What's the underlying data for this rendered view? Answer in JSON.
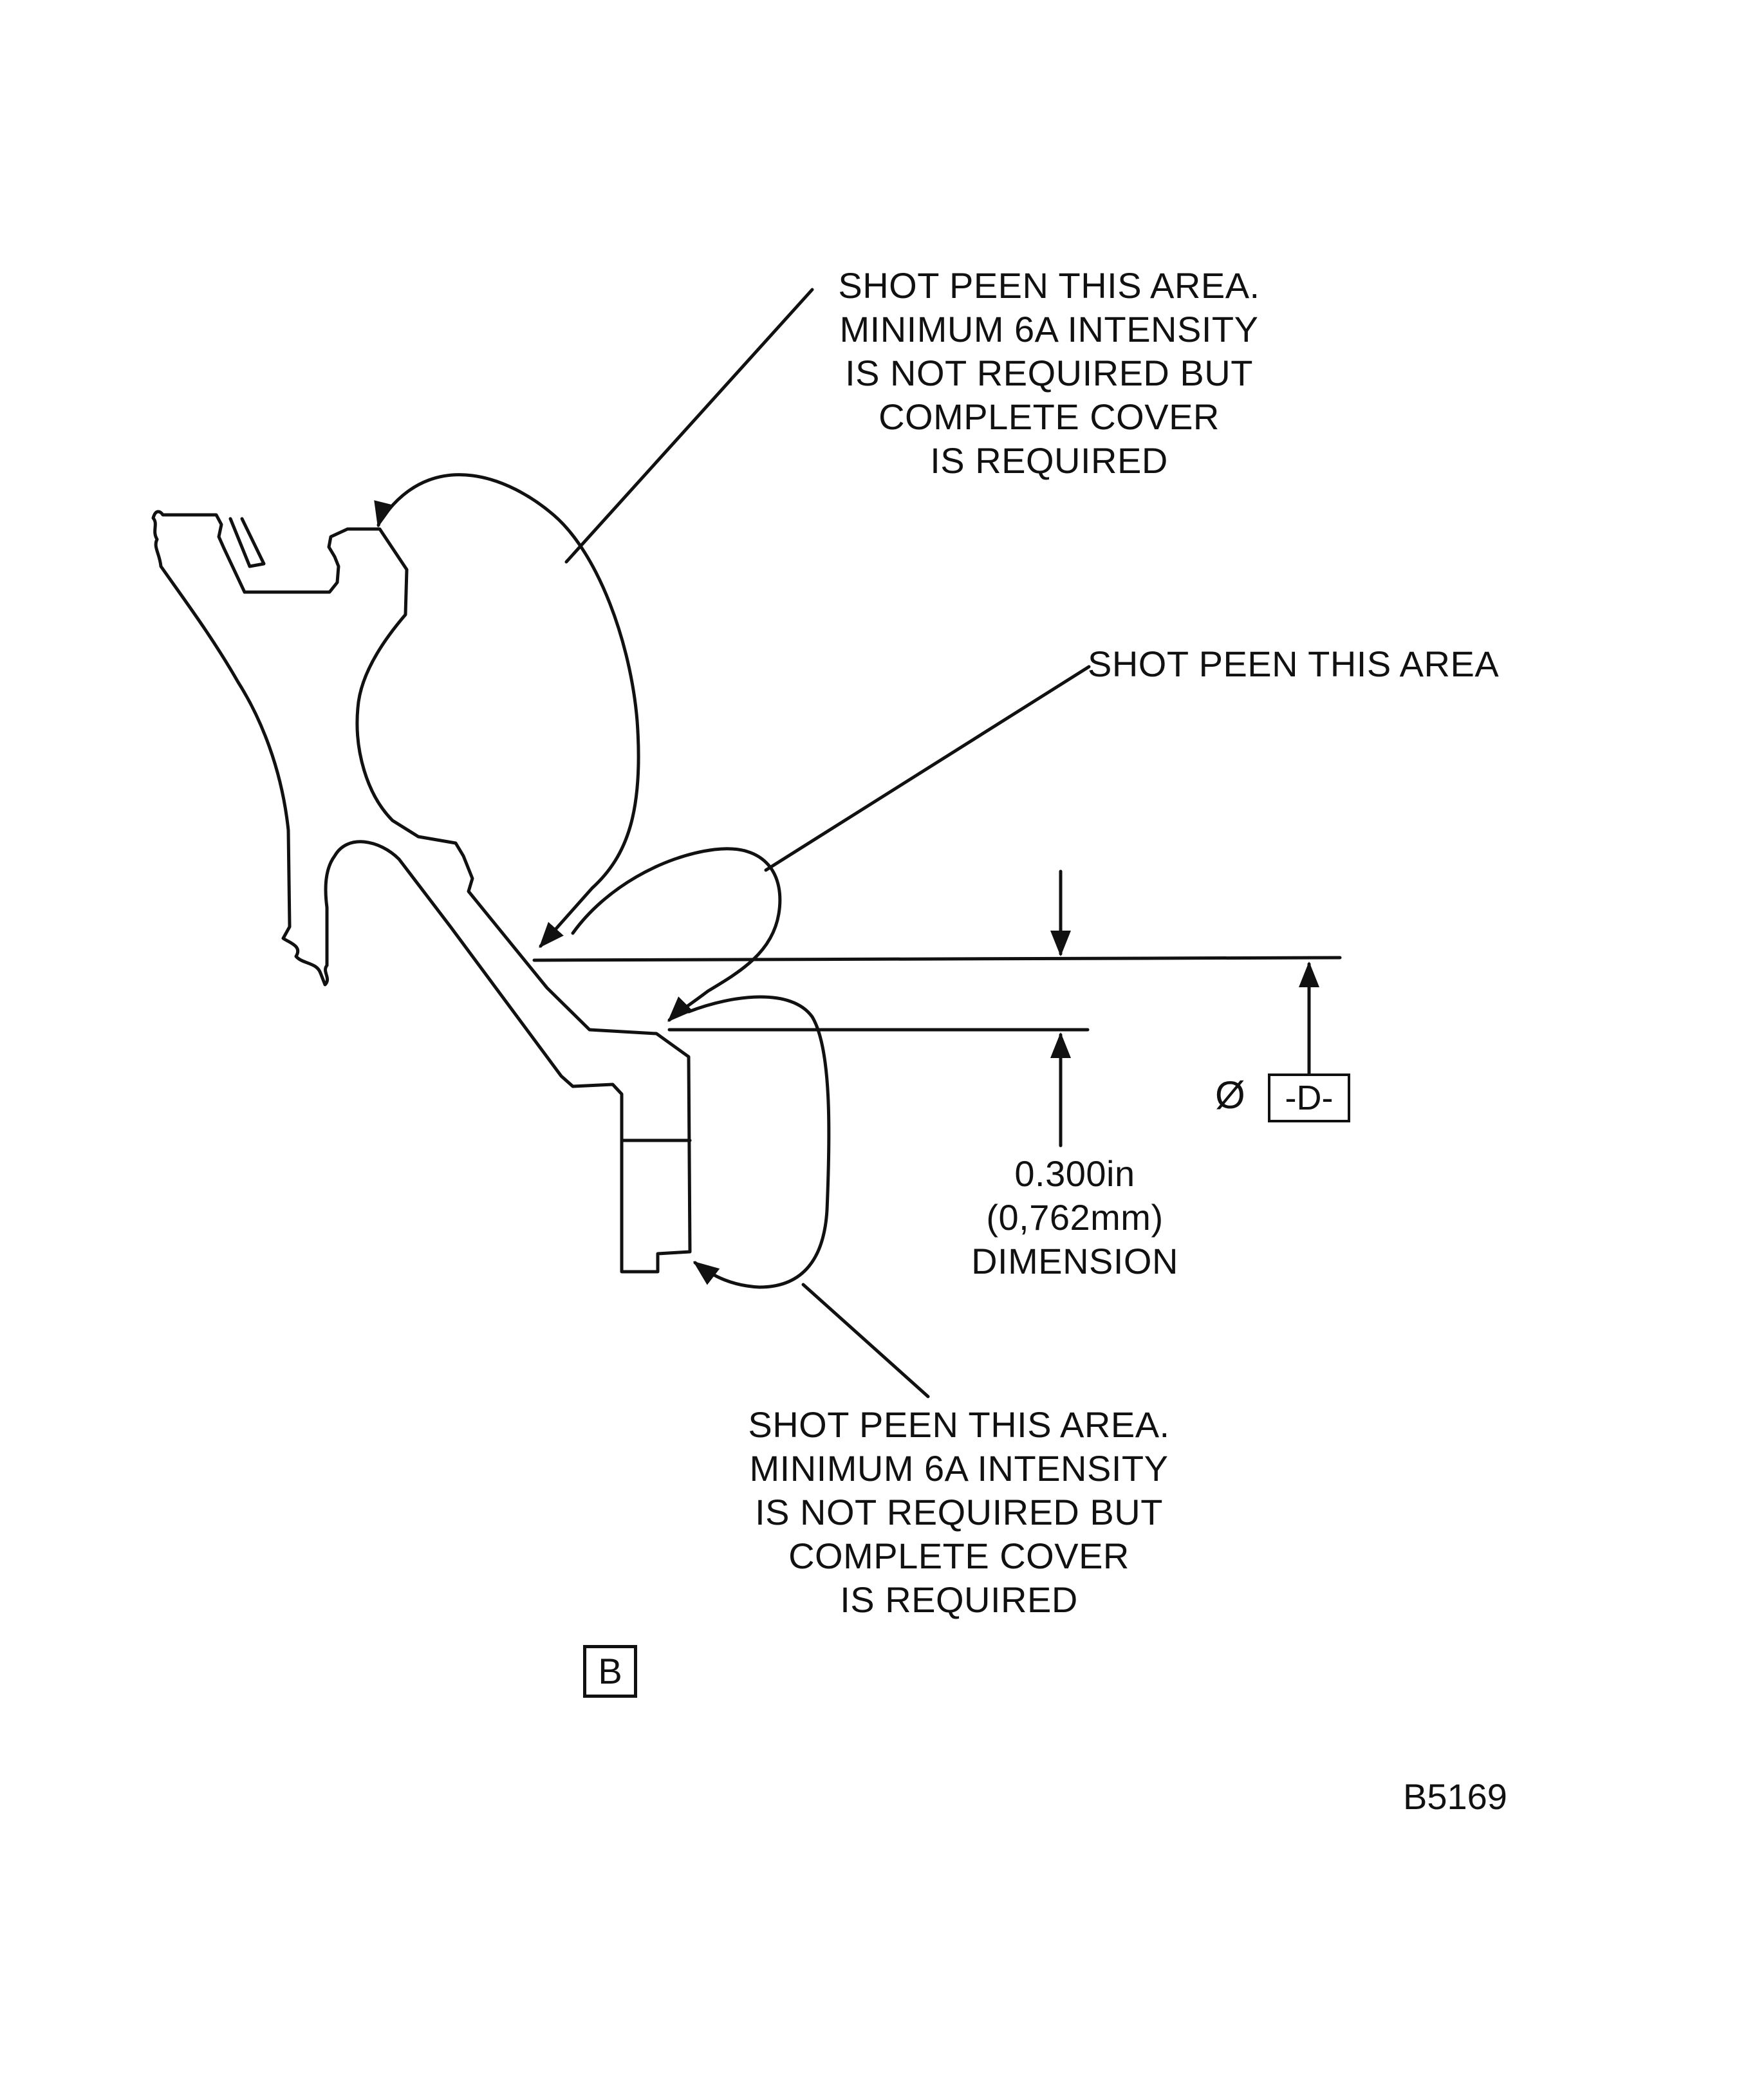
{
  "notes": {
    "top": [
      "SHOT PEEN THIS AREA.",
      "MINIMUM 6A INTENSITY",
      "IS NOT REQUIRED BUT",
      "COMPLETE COVER",
      "IS REQUIRED"
    ],
    "middle": "SHOT PEEN THIS AREA",
    "bottom": [
      "SHOT PEEN THIS AREA.",
      "MINIMUM 6A INTENSITY",
      "IS NOT REQUIRED BUT",
      "COMPLETE COVER",
      "IS REQUIRED"
    ]
  },
  "dimension": {
    "imperial": "0.300in",
    "metric": "(0,762mm)",
    "label": "DIMENSION"
  },
  "datum": {
    "symbol": "Ø",
    "frame_text": "-D-"
  },
  "view_label": "B",
  "figure_id": "B5169",
  "colors": {
    "line": "#111111",
    "background": "#ffffff"
  }
}
